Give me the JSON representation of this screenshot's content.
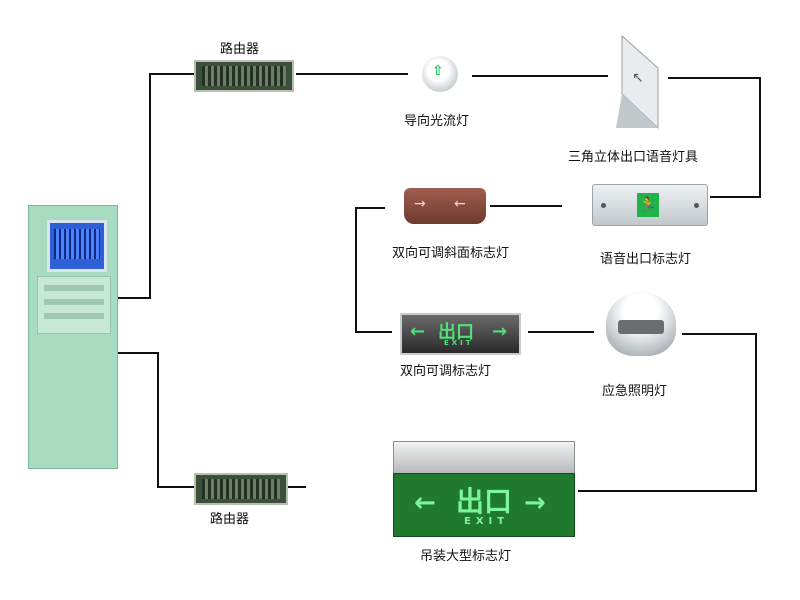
{
  "labels": {
    "router_top": "路由器",
    "router_bottom": "路由器",
    "flow_light": "导向光流灯",
    "triangle_voice": "三角立体出口语音灯具",
    "slanted_bidir": "双向可调斜面标志灯",
    "voice_exit": "语音出口标志灯",
    "bidir_sign": "双向可调标志灯",
    "emergency": "应急照明灯",
    "hanging_sign": "吊装大型标志灯"
  },
  "sign_text": {
    "exit_cn": "出口",
    "exit_en": "EXIT"
  },
  "colors": {
    "cabinet": "#a8dcc0",
    "sign_green": "#1f7a2e",
    "arrow_green": "#4fe07a",
    "wire": "#000000"
  }
}
